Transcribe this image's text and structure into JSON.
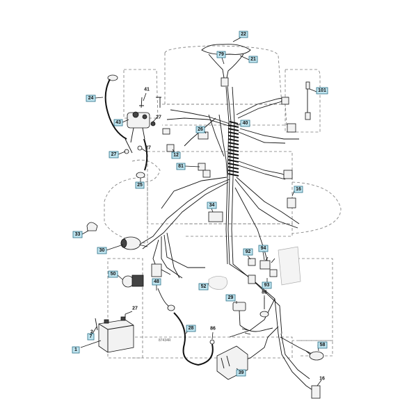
{
  "callouts": {
    "c22": "22",
    "c79": "79",
    "c21": "21",
    "c101": "101",
    "c24": "24",
    "c41": "41",
    "c43": "43",
    "c27a": "27",
    "c26": "26",
    "c40": "40",
    "c27b": "27",
    "c27c": "27",
    "c12": "12",
    "c81": "81",
    "c25": "25",
    "c16a": "16",
    "c34": "34",
    "c33": "33",
    "c30": "30",
    "c92": "92",
    "c94": "94",
    "c50": "50",
    "c48": "48",
    "c52": "52",
    "c93": "93",
    "c85": "85",
    "c29": "29",
    "c27d": "27",
    "c7": "7",
    "c28": "28",
    "c86": "86",
    "c2": "2",
    "c1": "1",
    "c58": "58",
    "c39": "39",
    "c16b": "16"
  },
  "drawing_number": "87434R"
}
